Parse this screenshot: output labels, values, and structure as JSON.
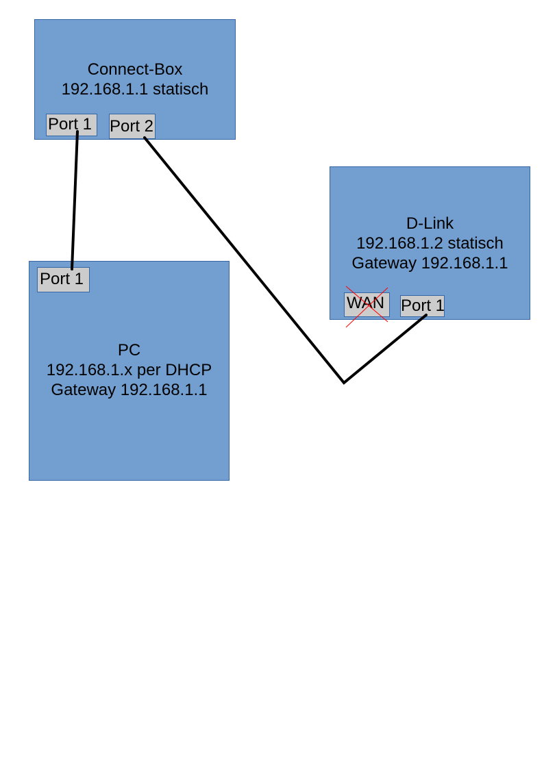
{
  "connect_box": {
    "name": "Connect-Box",
    "ip": "192.168.1.1 statisch",
    "ports": [
      "Port 1",
      "Port 2"
    ]
  },
  "pc": {
    "name": "PC",
    "ip": "192.168.1.x per DHCP",
    "gateway": "Gateway 192.168.1.1",
    "ports": [
      "Port 1"
    ]
  },
  "dlink": {
    "name": "D-Link",
    "ip": "192.168.1.2 statisch",
    "gateway": "Gateway 192.168.1.1",
    "ports": [
      "WAN",
      "Port 1"
    ],
    "wan_crossed_out": true
  },
  "colors": {
    "box_fill": "#729fcf",
    "box_border": "#3465a4",
    "port_fill": "#cccccc",
    "cable": "#000000",
    "cross": "#ff0000"
  },
  "connections": [
    {
      "from": "Connect-Box Port 1",
      "to": "PC Port 1"
    },
    {
      "from": "Connect-Box Port 2",
      "to": "D-Link Port 1"
    }
  ]
}
